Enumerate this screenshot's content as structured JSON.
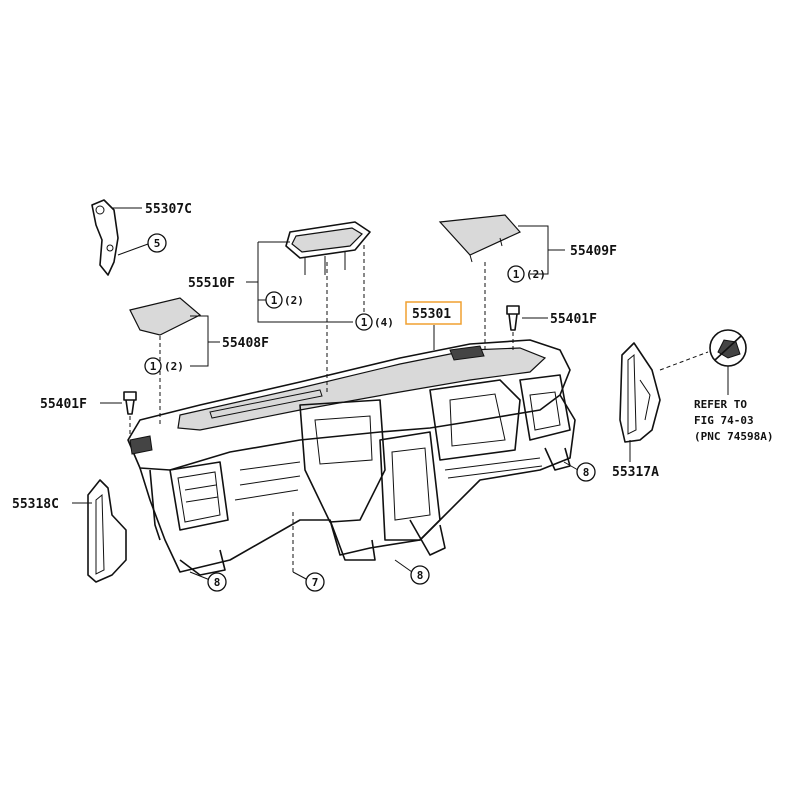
{
  "parts": {
    "p55307C": "55307C",
    "p55409F": "55409F",
    "p55510F": "55510F",
    "p55301": "55301",
    "p55401F_right": "55401F",
    "p55408F": "55408F",
    "p55401F_left": "55401F",
    "p55318C": "55318C",
    "p55317A": "55317A"
  },
  "callouts": {
    "c5": "5",
    "c8_left": "8",
    "c7": "7",
    "c8_mid": "8",
    "c8_right": "8",
    "c1_55510F_a": "1",
    "c1_55510F_b": "1",
    "c1_55409F": "1",
    "c1_55408F": "1"
  },
  "quantities": {
    "q55510F_a": "(2)",
    "q55510F_b": "(4)",
    "q55409F": "(2)",
    "q55408F": "(2)"
  },
  "reference_note": {
    "line1": "REFER TO",
    "line2": "FIG 74-03",
    "line3": "(PNC 74598A)"
  },
  "highlight_color": "#f0a030"
}
